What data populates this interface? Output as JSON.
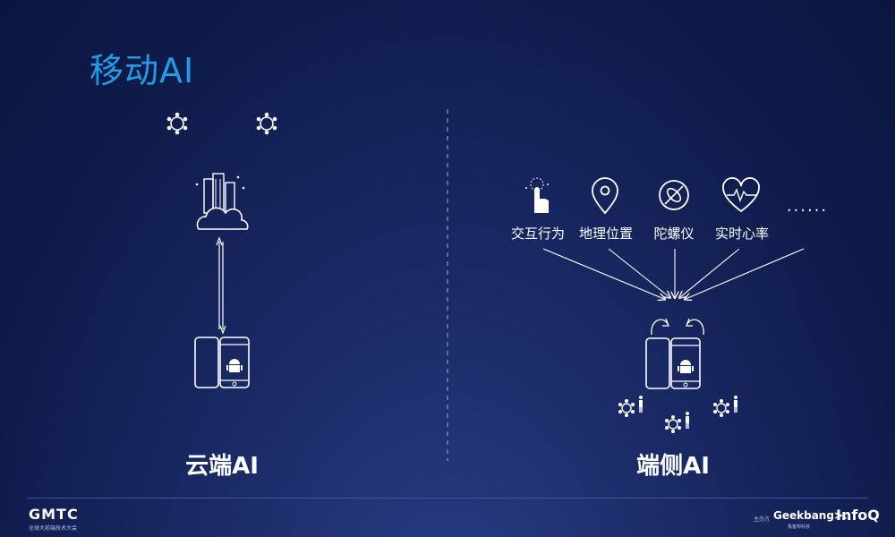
{
  "slide": {
    "title": "移动AI",
    "accent_color": "#1f9de6"
  },
  "left_panel": {
    "caption": "云端AI",
    "icons": [
      "network-node-icon",
      "network-node-icon",
      "cloud-city-icon",
      "phone-pair-icon"
    ]
  },
  "right_panel": {
    "caption": "端侧AI",
    "inputs": [
      {
        "label": "交互行为",
        "icon": "touch-hand-icon"
      },
      {
        "label": "地理位置",
        "icon": "location-pin-icon"
      },
      {
        "label": "陀螺仪",
        "icon": "gyroscope-icon"
      },
      {
        "label": "实时心率",
        "icon": "heartbeat-icon"
      }
    ],
    "more": "......",
    "device_icon": "phone-pair-icon",
    "people_icons": [
      "people-network-icon",
      "people-network-icon",
      "people-network-icon"
    ]
  },
  "footer": {
    "left_logo": "GMTC",
    "left_sub": "全球大前端技术大会",
    "host_label": "主办方",
    "geekbang": "Geekbang>.",
    "geekbang_sub": "极客邦科技",
    "infoq": "InfoQ"
  }
}
